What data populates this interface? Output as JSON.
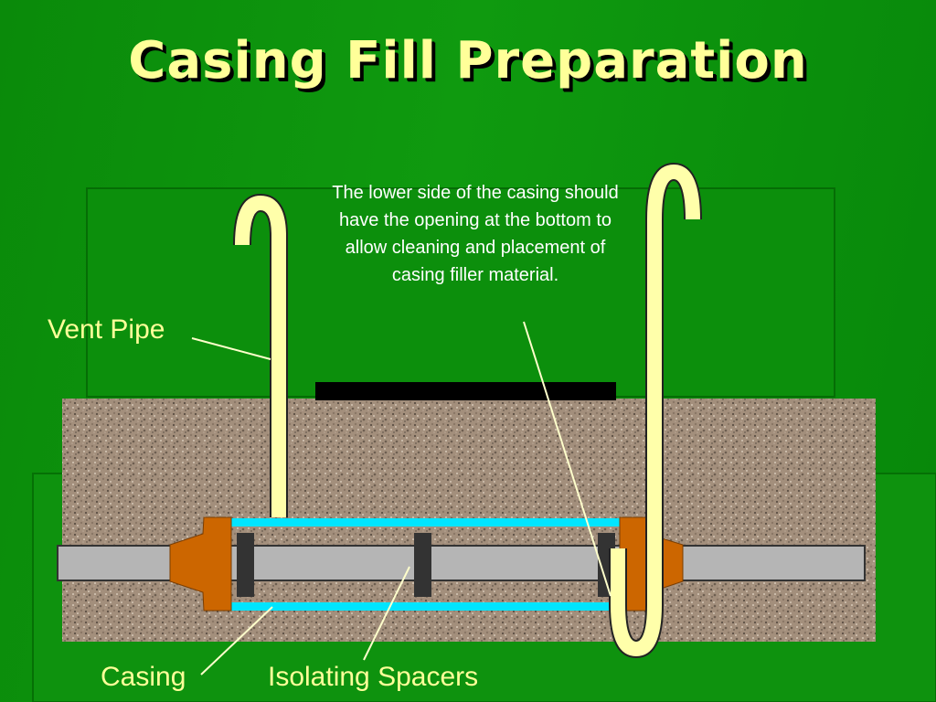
{
  "title": "Casing Fill Preparation",
  "note": "The lower side of the casing should have the opening at the bottom to allow cleaning and placement of casing filler material.",
  "labels": {
    "vent_pipe": "Vent Pipe",
    "casing": "Casing",
    "isolating_spacers": "Isolating Spacers"
  },
  "colors": {
    "background": "#0a8a0a",
    "title": "#ffff99",
    "vent_pipe": "#ffffaa",
    "casing_wall": "#00e5ff",
    "carrier_pipe": "#b5b5b5",
    "end_seal": "#cc6600",
    "spacer": "#333333",
    "soil": "#a08c7a",
    "road_surface": "#000000"
  }
}
